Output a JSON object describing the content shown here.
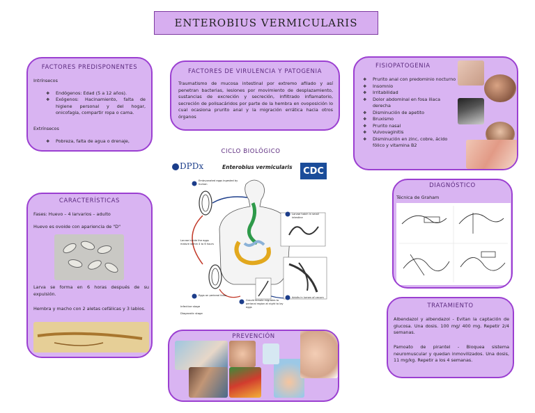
{
  "title": "ENTEROBIUS VERMICULARIS",
  "factores_predisponentes": {
    "heading": "FACTORES PREDISPONENTES",
    "intrinsecos_label": "Intrínsecos",
    "intrinsecos": [
      "Endógenos: Edad (5 a 12 años).",
      "Exógenos: Hacinamiento, falta de higiene personal y del hogar, onicofagia, compartir ropa o cama."
    ],
    "extrinsecos_label": "Extrínsecos",
    "extrinsecos": [
      "Pobreza, falta de agua o drenaje,"
    ]
  },
  "virulencia": {
    "heading": "FACTORES DE VIRULENCIA Y PATOGENIA",
    "text": "Traumatismo de mucosa intestinal por extremo afilado y así penetran bacterias, lesiones por movimiento de desplazamiento, sustancias de excreción y secreción, infiltrado inflamatorio, secreción de polisacáridos por parte de la hembra en ovoposición lo cual ocasiona prurito anal y la migración errática hacia otros órganos"
  },
  "fisiopatogenia": {
    "heading": "FISIOPATOGENIA",
    "items": [
      "Prurito anal con predominio nocturno",
      "Insomnio",
      "Irritabilidad",
      "Dolor abdominal en fosa iliaca derecha",
      "Disminución de apetito",
      "Bruxismo",
      "Prurito nasal",
      "Vulvovaginitis",
      "Disminución en zinc, cobre, ácido fólico y vitamina B2"
    ]
  },
  "ciclo": {
    "heading": "CICLO BIOLÓGICO",
    "dpdx": "DPDx",
    "diagram_title": "Enterobius vermicularis",
    "cdc": "CDC",
    "labels": {
      "step2": "Embryonated eggs ingested by human",
      "step3": "Larvae hatch in small intestine",
      "step4": "Adults in lumen of cecum",
      "step5": "Gravid female migrates to perianal region at night to lay eggs",
      "step1": "Eggs on perianal folds",
      "larvae": "Larvae inside the eggs mature within 4 to 6 hours",
      "infective": "Infective stage",
      "diagnostic": "Diagnostic stage"
    }
  },
  "caracteristicas": {
    "heading": "CARACTERÍSTICAS",
    "fases": "Fases: Huevo – 4 larvarios – adulto",
    "huevo": "Huevo es ovoide con apariencia de \"D\"",
    "larva": "Larva se forma en 6 horas después de su expulsión.",
    "hembra": "Hembra y macho con 2 aletas cefálicas y 3 labios."
  },
  "diagnostico": {
    "heading": "DIAGNÓSTICO",
    "tecnica": "Técnica de Graham"
  },
  "tratamiento": {
    "heading": "TRATAMIENTO",
    "p1": "Albendazol y albendazol - Evitan la captación de glucosa. Una dosis. 100 mg/ 400 mg. Repetir 2/4 semanas.",
    "p2": "Pamoato de pirantel - Bloquea sistema neuromuscular y quedan inmovilizados. Una dosis, 11 mg/kg. Repetir a los 4 semanas."
  },
  "prevencion": {
    "heading": "PREVENCIÓN"
  },
  "colors": {
    "box_fill": "#d9b4f2",
    "box_border": "#9b3fd1"
  }
}
